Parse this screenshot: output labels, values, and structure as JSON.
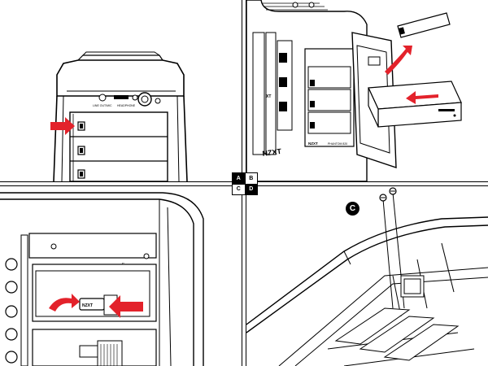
{
  "panels": {
    "A": {
      "labels": {
        "audio_left": "LINE OUT/MIC",
        "audio_right": "HEADPHONE"
      }
    },
    "B": {
      "labels": {
        "brand_large": "NZXT",
        "brand_side": "XT",
        "brand_drive": "NZXT",
        "model": "PHANTOM 820"
      }
    },
    "C": {
      "labels": {
        "bay_tag": "E",
        "latch_text": "NZXT"
      }
    },
    "D": {}
  },
  "legend": {
    "cells": [
      "A",
      "B",
      "C",
      "D"
    ]
  },
  "step_badge": "C",
  "colors": {
    "arrow": "#e3222b",
    "line": "#000000",
    "background": "#ffffff"
  }
}
